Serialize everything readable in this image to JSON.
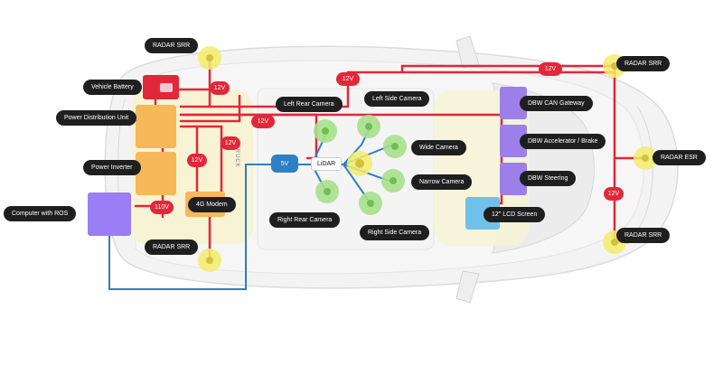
{
  "labels": {
    "radar_srr_top_left": "RADAR SRR",
    "radar_srr_top_right": "RADAR SRR",
    "radar_esr": "RADAR ESR",
    "radar_srr_bottom_left": "RADAR SRR",
    "radar_srr_bottom_right": "RADAR SRR",
    "vehicle_battery": "Vehicle Battery",
    "power_distribution_unit": "Power Distribution Unit",
    "power_inverter": "Power Inverter",
    "computer_with_ros": "Computer with ROS",
    "modem_4g": "4G Modem",
    "left_rear_camera": "Left Rear Camera",
    "left_side_camera": "Left Side Camera",
    "wide_camera": "Wide Camera",
    "narrow_camera": "Narrow Camera",
    "right_rear_camera": "Right Rear Camera",
    "right_side_camera": "Right Side Camera",
    "lidar": "LiDAR",
    "dbw_can_gateway": "DBW CAN Gateway",
    "dbw_accelerator_brake": "DBW Accelerator / Brake",
    "dbw_steering": "DBW Steering",
    "lcd_screen": "12\" LCD Screen",
    "truck": "TRUCK"
  },
  "voltage_tags": {
    "v12_battery": "12V",
    "v12_top": "12V",
    "v12_top_right": "12V",
    "v12_pdu": "12V",
    "v12_modem_right": "12V",
    "v12_modem_left": "12V",
    "v110": "110V",
    "v12_right_side": "12V",
    "v5_lidar": "5V"
  },
  "colors": {
    "power_line": "#e0283a",
    "data_line": "#2f7fc3",
    "radar": "#f2ec6a",
    "camera": "#a7e08c",
    "power_box": "#f7b85a",
    "computer": "#9b7ef5",
    "dbw": "#9c7fe9",
    "lcd": "#6fc1ea",
    "battery": "#e0283a"
  }
}
